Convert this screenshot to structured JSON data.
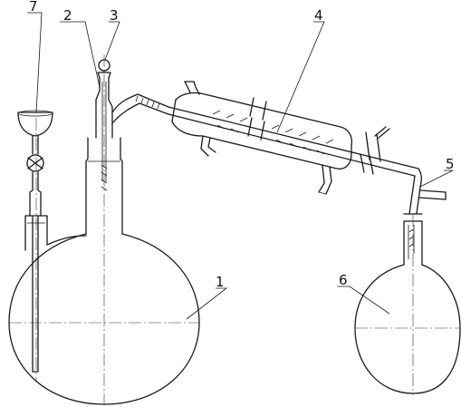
{
  "figure": {
    "labels": [
      {
        "id": "1",
        "text": "1"
      },
      {
        "id": "2",
        "text": "2"
      },
      {
        "id": "3",
        "text": "3"
      },
      {
        "id": "4",
        "text": "4"
      },
      {
        "id": "5",
        "text": "5"
      },
      {
        "id": "6",
        "text": "6"
      },
      {
        "id": "7",
        "text": "7"
      }
    ]
  },
  "colors": {
    "ink": "#1a1a1a",
    "background": "#ffffff"
  }
}
